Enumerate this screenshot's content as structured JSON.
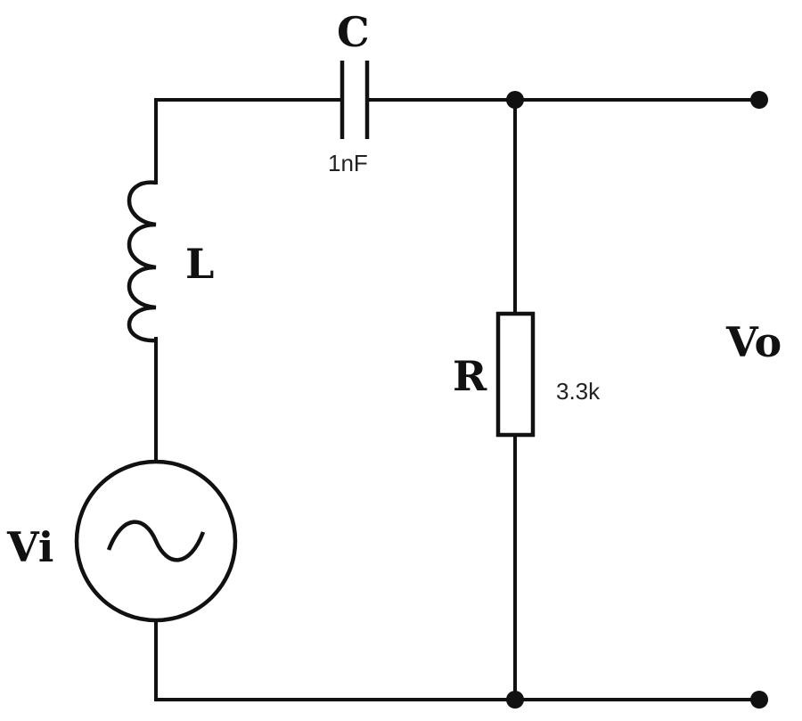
{
  "capacitor": {
    "label": "C",
    "value": "1nF"
  },
  "inductor": {
    "label": "L"
  },
  "resistor": {
    "label": "R",
    "value": "3.3k"
  },
  "source": {
    "label": "Vi"
  },
  "output": {
    "label": "Vo"
  },
  "colors": {
    "stroke": "#111111",
    "background": "#ffffff"
  }
}
